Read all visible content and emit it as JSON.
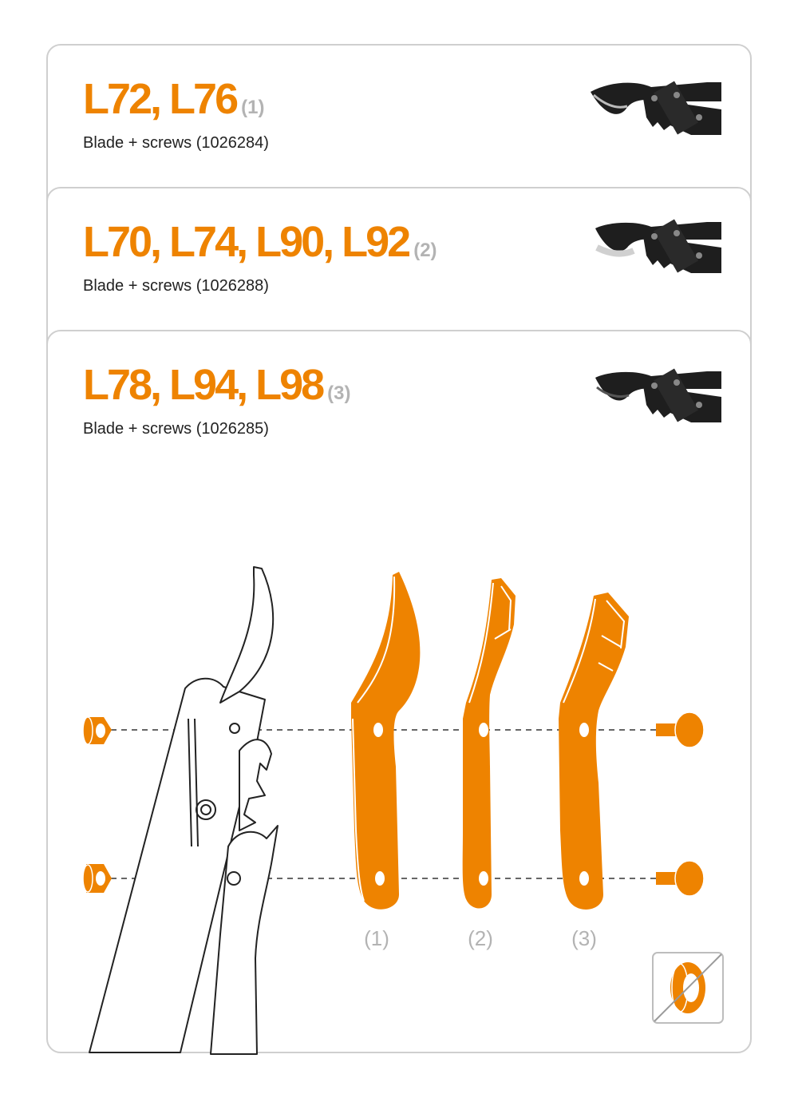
{
  "products": [
    {
      "models": "L72, L76",
      "number": "(1)",
      "description": "Blade + screws (1026284)"
    },
    {
      "models": "L70, L74, L90, L92",
      "number": "(2)",
      "description": "Blade + screws (1026288)"
    },
    {
      "models": "L78, L94, L98",
      "number": "(3)",
      "description": "Blade + screws (1026285)"
    }
  ],
  "blade_labels": [
    "(1)",
    "(2)",
    "(3)"
  ],
  "icons": {
    "thumbnail": "lopper-head-icon",
    "nut": "nut-icon",
    "screw": "screw-icon",
    "no_washer": "crossed-out-washer-icon"
  },
  "colors": {
    "accent": "#ee8300",
    "muted": "#b3b3b3",
    "border": "#cfcfcf",
    "outline": "#222222"
  }
}
